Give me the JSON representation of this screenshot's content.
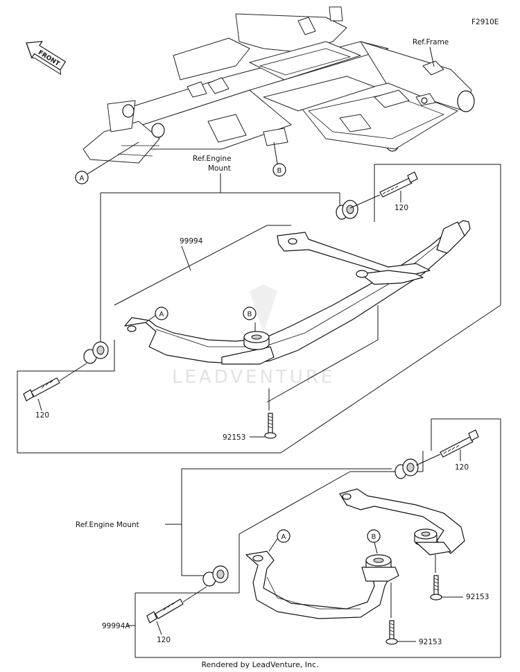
{
  "figure_code": "F2910E",
  "front_badge": "FRONT",
  "refs": {
    "frame": "Ref.Frame",
    "engine_mount_line1": "Ref.Engine",
    "engine_mount_line2": "Mount",
    "engine_mount_lower": "Ref.Engine Mount"
  },
  "callouts": {
    "a": "A",
    "b": "B"
  },
  "parts": {
    "kit": "99994",
    "kit_alt": "99994A",
    "bolt": "120",
    "screw": "92153"
  },
  "watermark": "LEADVENTURE",
  "footer": "Rendered by LeadVenture, Inc."
}
